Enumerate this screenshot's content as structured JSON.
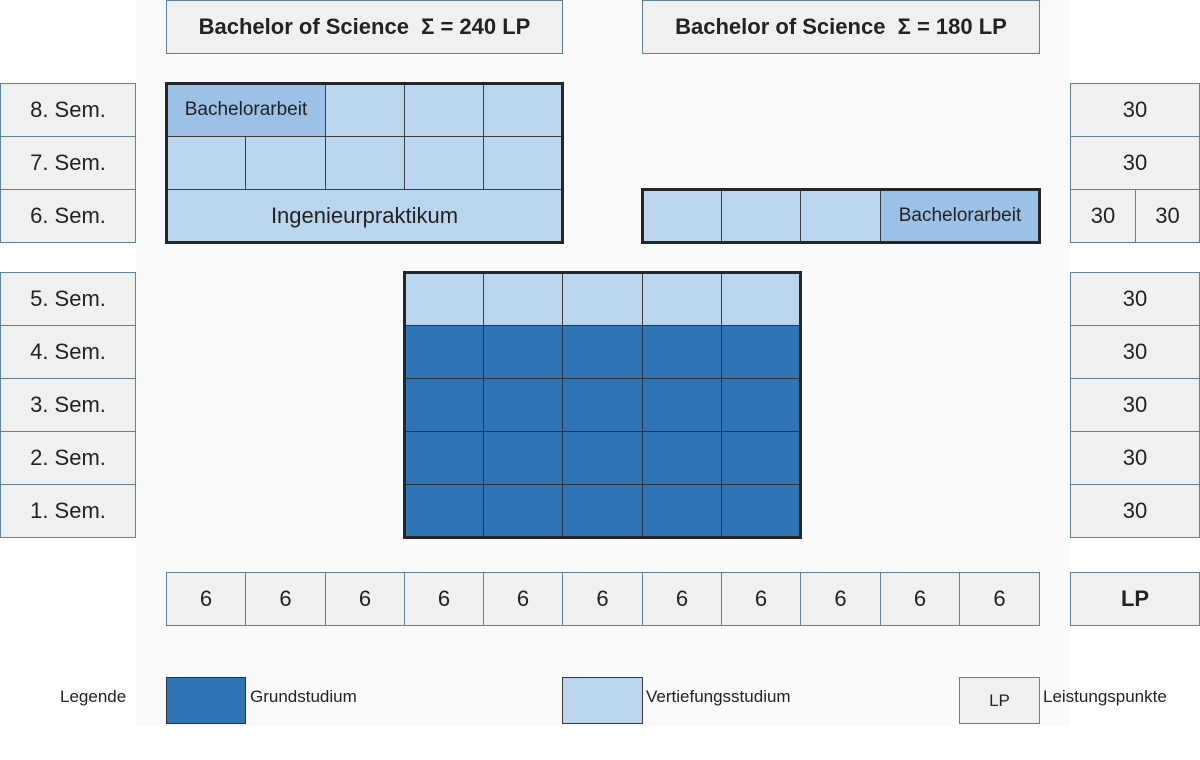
{
  "titles": {
    "left": "Bachelor of Science  Σ = 240 LP",
    "right": "Bachelor of Science  Σ = 180 LP"
  },
  "semesters": [
    "1. Sem.",
    "2. Sem.",
    "3. Sem.",
    "4. Sem.",
    "5. Sem.",
    "6. Sem.",
    "7. Sem.",
    "8. Sem."
  ],
  "lp_column": {
    "sem1": "30",
    "sem2": "30",
    "sem3": "30",
    "sem4": "30",
    "sem5": "30",
    "sem6_left": "30",
    "sem6_right": "30",
    "sem7": "30",
    "sem8": "30",
    "header": "LP"
  },
  "module_lp": [
    "6",
    "6",
    "6",
    "6",
    "6",
    "6",
    "6",
    "6",
    "6",
    "6",
    "6"
  ],
  "blocks": {
    "bachelorarbeit_240": "Bachelorarbeit",
    "ingenieurpraktikum": "Ingenieurpraktikum",
    "bachelorarbeit_180": "Bachelorarbeit"
  },
  "legend": {
    "label": "Legende",
    "grundstudium": "Grundstudium",
    "vertiefungsstudium": "Vertiefungsstudium",
    "lp_box": "LP",
    "leistungspunkte": "Leistungspunkte"
  },
  "colors": {
    "grundstudium": "#2e74b7",
    "vertiefungsstudium": "#bcd5ee",
    "bachelorarbeit": "#9cc1e6",
    "grey_box": "#f0f0f0"
  }
}
